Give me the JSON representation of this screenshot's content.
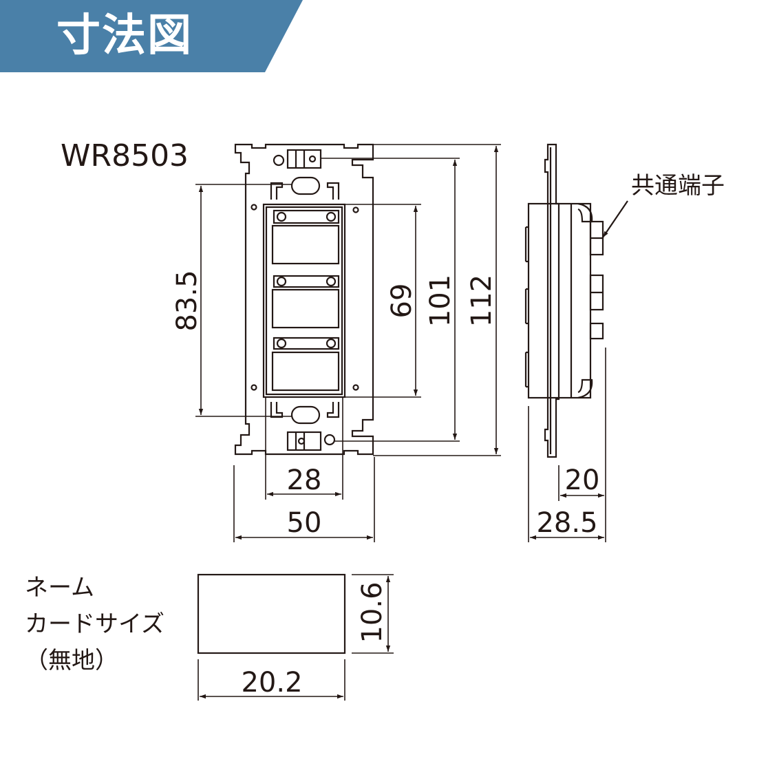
{
  "header": {
    "title": "寸法図",
    "banner_color": "#4a80a8"
  },
  "model": "WR8503",
  "labels": {
    "common_terminal": "共通端子",
    "name_card_line1": "ネーム",
    "name_card_line2": "カードサイズ",
    "name_card_line3": "（無地）"
  },
  "dimensions": {
    "frame_pitch": "83.5",
    "inner_window": "69",
    "mount_pitch": "101",
    "total_height": "112",
    "window_width": "28",
    "total_width": "50",
    "depth_body": "20",
    "depth_total": "28.5",
    "card_height": "10.6",
    "card_width": "20.2"
  },
  "colors": {
    "line": "#231815",
    "background": "#ffffff"
  }
}
